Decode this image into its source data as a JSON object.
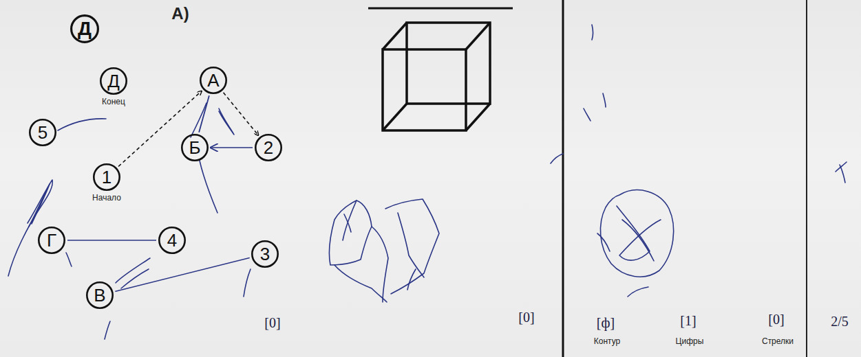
{
  "diagram": {
    "nodes": [
      {
        "text": [
          "Д"
        ]
      },
      {
        "text": [
          "Д",
          "Конец"
        ]
      },
      {
        "text": [
          "А"
        ]
      },
      {
        "text": [
          "5"
        ]
      },
      {
        "text": [
          "1",
          "Начало"
        ]
      },
      {
        "text": [
          "Б"
        ]
      },
      {
        "text": [
          "2"
        ]
      },
      {
        "text": [
          "Г"
        ]
      },
      {
        "text": [
          "4"
        ]
      },
      {
        "text": [
          "В"
        ]
      },
      {
        "text": [
          "3"
        ]
      }
    ],
    "edges": [
      {
        "from": 4,
        "to": 2,
        "arrow": "to"
      },
      {
        "from": 2,
        "to": 6,
        "arrow": "to"
      },
      {
        "from": 6,
        "to": 5,
        "arrow": "to"
      },
      {
        "from": 5,
        "to": 2,
        "arrow": "none"
      },
      {
        "from": 7,
        "to": 8,
        "arrow": "none"
      },
      {
        "from": 9,
        "to": 10,
        "arrow": "none"
      }
    ],
    "labels": [
      "А)",
      "[0]",
      "[0]",
      "[ф]",
      "Контур",
      "[1]",
      "Цифры",
      "[0]",
      "Стрелки",
      "2/5"
    ]
  }
}
